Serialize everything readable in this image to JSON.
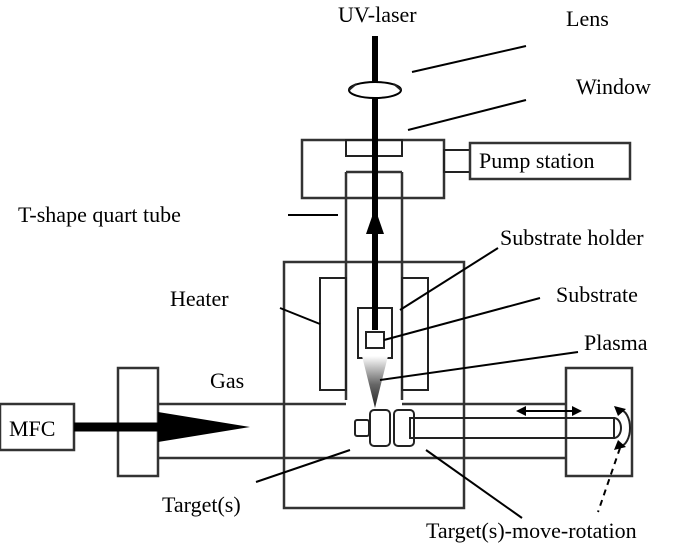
{
  "labels": {
    "uv_laser": "UV-laser",
    "lens": "Lens",
    "window": "Window",
    "pump_station": "Pump station",
    "t_shape_tube": "T-shape quart tube",
    "substrate_holder": "Substrate holder",
    "heater": "Heater",
    "substrate": "Substrate",
    "plasma": "Plasma",
    "gas": "Gas",
    "mfc": "MFC",
    "targets": "Target(s)",
    "targets_move_rotation": "Target(s)-move-rotation"
  },
  "colors": {
    "line": "#333333",
    "laser": "#000000",
    "background": "#ffffff"
  }
}
